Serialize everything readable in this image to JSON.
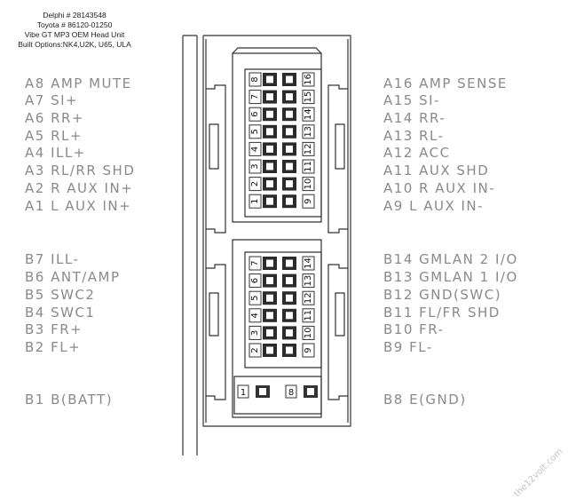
{
  "header": {
    "line1": "Delphi # 28143548",
    "line2": "Toyota # 86120-01250",
    "line3": "Vibe GT MP3 OEM Head Unit",
    "line4": "Built Options:NK4,U2K, U65, ULA"
  },
  "labels": {
    "a8": "A8 AMP MUTE",
    "a7": "A7 SI+",
    "a6": "A6 RR+",
    "a5": "A5 RL+",
    "a4": "A4 ILL+",
    "a3": "A3 RL/RR SHD",
    "a2": "A2 R AUX IN+",
    "a1": "A1 L AUX IN+",
    "a16": "A16 AMP SENSE",
    "a15": "A15 SI-",
    "a14": "A14 RR-",
    "a13": "A13 RL-",
    "a12": "A12 ACC",
    "a11": "A11 AUX SHD",
    "a10": "A10 R AUX IN-",
    "a9": "A9 L AUX IN-",
    "b7": "B7 ILL-",
    "b6": "B6 ANT/AMP",
    "b5": "B5 SWC2",
    "b4": "B4 SWC1",
    "b3": "B3 FR+",
    "b2": "B2 FL+",
    "b1": "B1 B(BATT)",
    "b14": "B14 GMLAN 2 I/O",
    "b13": "B13 GMLAN 1 I/O",
    "b12": "B12 GND(SWC)",
    "b11": "B11 FL/FR SHD",
    "b10": "B10 FR-",
    "b9": "B9 FL-",
    "b8": "B8 E(GND)"
  },
  "connector_a": {
    "left_numbers": [
      "8",
      "7",
      "6",
      "5",
      "4",
      "3",
      "2",
      "1"
    ],
    "right_numbers": [
      "16",
      "15",
      "14",
      "13",
      "12",
      "11",
      "10",
      "9"
    ]
  },
  "connector_b": {
    "left_numbers": [
      "7",
      "6",
      "5",
      "4",
      "3",
      "2"
    ],
    "right_numbers": [
      "14",
      "13",
      "12",
      "11",
      "10",
      "9"
    ],
    "power_left": "1",
    "power_right": "8"
  },
  "watermark": "the12volt.com",
  "colors": {
    "line": "#333333",
    "label": "#8a8a8a"
  }
}
